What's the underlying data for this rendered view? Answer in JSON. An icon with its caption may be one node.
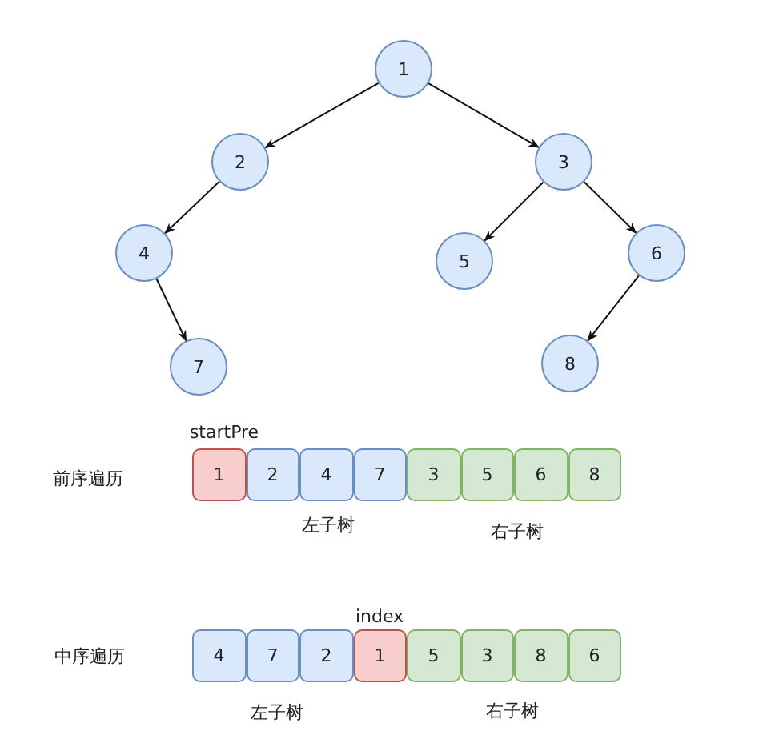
{
  "diagram": {
    "nodes": [
      {
        "text": [
          "1"
        ]
      },
      {
        "text": [
          "2"
        ]
      },
      {
        "text": [
          "3"
        ]
      },
      {
        "text": [
          "4"
        ]
      },
      {
        "text": [
          "5"
        ]
      },
      {
        "text": [
          "6"
        ]
      },
      {
        "text": [
          "7"
        ]
      },
      {
        "text": [
          "8"
        ]
      },
      {
        "text": [
          "1"
        ]
      },
      {
        "text": [
          "2"
        ]
      },
      {
        "text": [
          "4"
        ]
      },
      {
        "text": [
          "7"
        ]
      },
      {
        "text": [
          "3"
        ]
      },
      {
        "text": [
          "5"
        ]
      },
      {
        "text": [
          "6"
        ]
      },
      {
        "text": [
          "8"
        ]
      },
      {
        "text": [
          "4"
        ]
      },
      {
        "text": [
          "7"
        ]
      },
      {
        "text": [
          "2"
        ]
      },
      {
        "text": [
          "1"
        ]
      },
      {
        "text": [
          "5"
        ]
      },
      {
        "text": [
          "3"
        ]
      },
      {
        "text": [
          "8"
        ]
      },
      {
        "text": [
          "6"
        ]
      }
    ],
    "edges": [
      {
        "from": 0,
        "to": 1,
        "arrow": "to"
      },
      {
        "from": 0,
        "to": 2,
        "arrow": "to"
      },
      {
        "from": 1,
        "to": 3,
        "arrow": "to"
      },
      {
        "from": 2,
        "to": 4,
        "arrow": "to"
      },
      {
        "from": 2,
        "to": 5,
        "arrow": "to"
      },
      {
        "from": 3,
        "to": 6,
        "arrow": "to"
      },
      {
        "from": 5,
        "to": 7,
        "arrow": "to"
      }
    ],
    "labels": [
      "startPre",
      "前序遍历",
      "左子树",
      "右子树",
      "index",
      "中序遍历",
      "左子树",
      "右子树"
    ]
  }
}
